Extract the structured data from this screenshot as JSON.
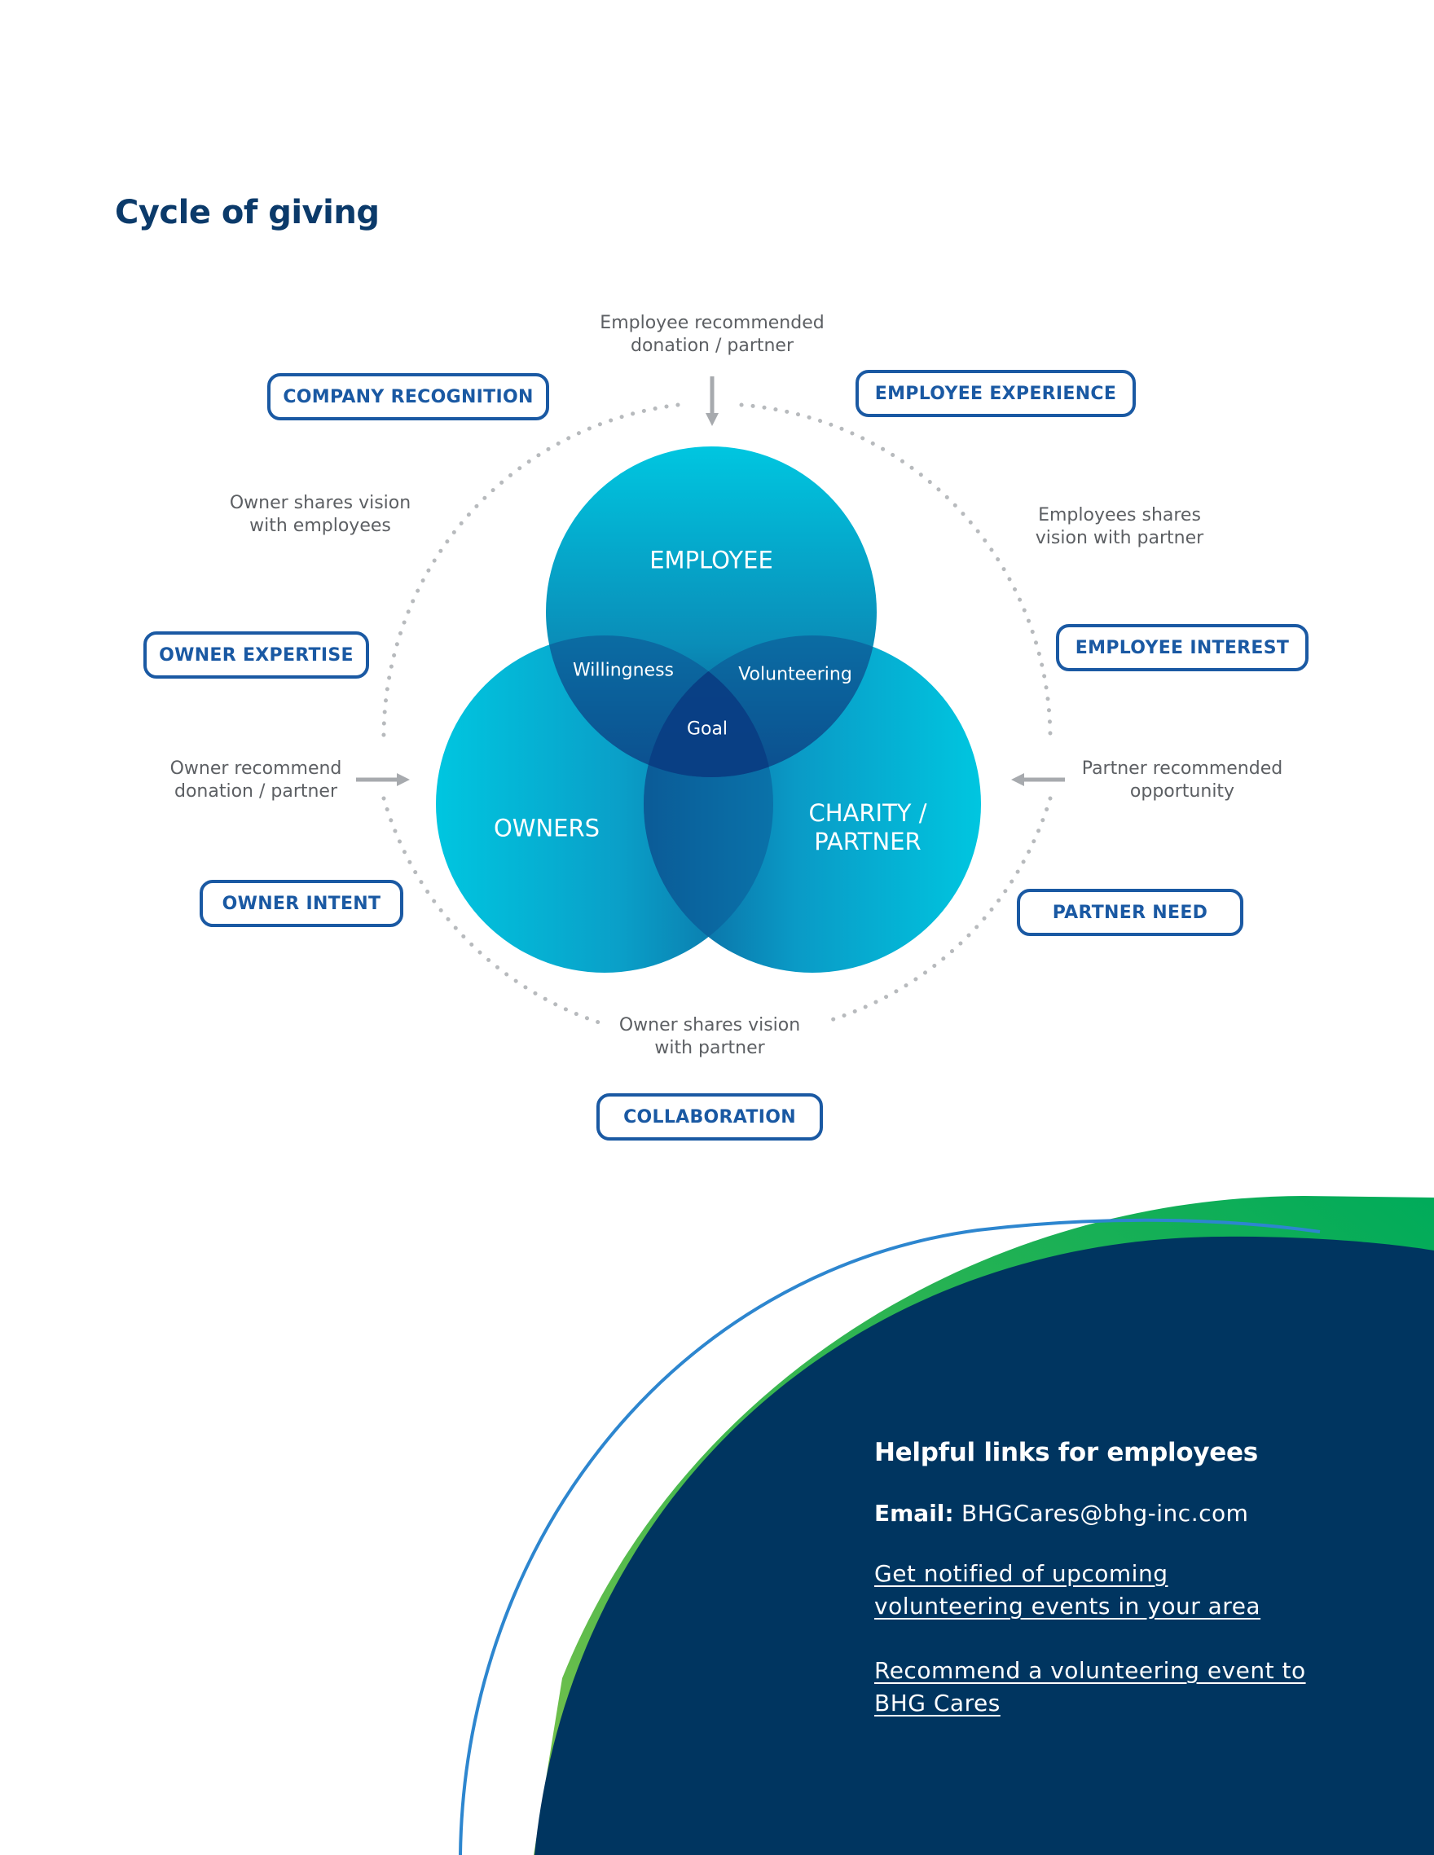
{
  "title": "Cycle of giving",
  "pills": {
    "company_recognition": "COMPANY RECOGNITION",
    "employee_experience": "EMPLOYEE EXPERIENCE",
    "owner_expertise": "OWNER EXPERTISE",
    "employee_interest": "EMPLOYEE INTEREST",
    "owner_intent": "OWNER INTENT",
    "partner_need": "PARTNER NEED",
    "collaboration": "COLLABORATION"
  },
  "notes": {
    "top": [
      "Employee recommended",
      "donation / partner"
    ],
    "upper_left": [
      "Owner shares vision",
      "with employees"
    ],
    "upper_right": [
      "Employees shares",
      "vision with partner"
    ],
    "left": [
      "Owner recommend",
      "donation / partner"
    ],
    "right": [
      "Partner recommended",
      "opportunity"
    ],
    "bottom": [
      "Owner shares vision",
      "with partner"
    ]
  },
  "circles": {
    "employee": "EMPLOYEE",
    "owners": "OWNERS",
    "partner": [
      "CHARITY /",
      "PARTNER"
    ],
    "willingness": "Willingness",
    "volunteering": "Volunteering",
    "goal": "Goal"
  },
  "links": {
    "heading": "Helpful links for employees",
    "email_label": "Email:",
    "email_value": "BHGCares@bhg-inc.com",
    "link1": "Get notified of upcoming volunteering events in your area",
    "link2": "Recommend a volunteering event to BHG Cares"
  },
  "colors": {
    "navy": "#003560",
    "pill_blue": "#1a59a3",
    "cyan": "#00c6e0",
    "green": "#1db050",
    "blue_line": "#2d86cf"
  }
}
